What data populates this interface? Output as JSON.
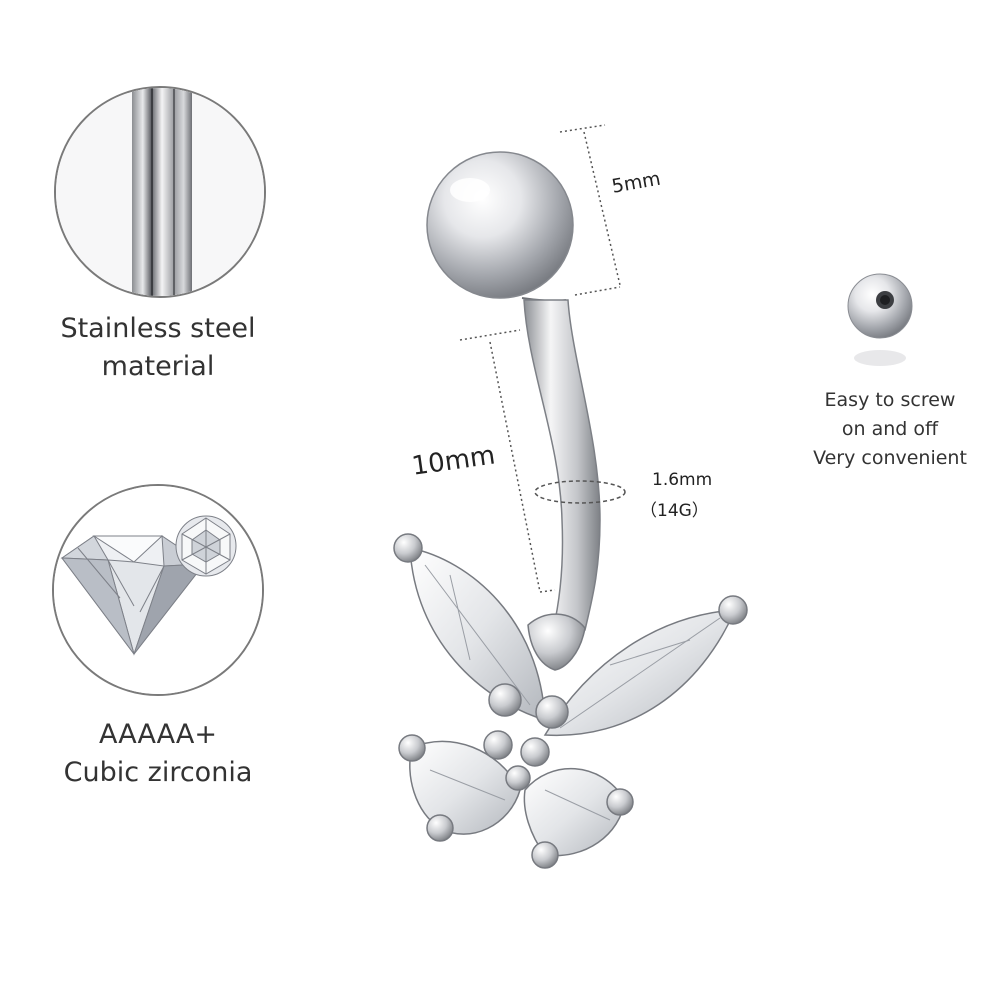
{
  "features": [
    {
      "name": "steel",
      "lines": [
        "Stainless steel",
        "material"
      ]
    },
    {
      "name": "zirconia",
      "lines": [
        "AAAAA+",
        "Cubic zirconia"
      ]
    }
  ],
  "dimensions": {
    "ball": "5mm",
    "bar_length": "10mm",
    "gauge_mm": "1.6mm",
    "gauge_g": "（14G）"
  },
  "screw_note": {
    "lines": [
      "Easy to screw",
      "on and off",
      "Very convenient"
    ]
  },
  "colors": {
    "metal": "#d9dadd",
    "metal_dark": "#7d7f84",
    "outline": "#7a7a7a",
    "dashed": "#555555",
    "text": "#333333"
  }
}
